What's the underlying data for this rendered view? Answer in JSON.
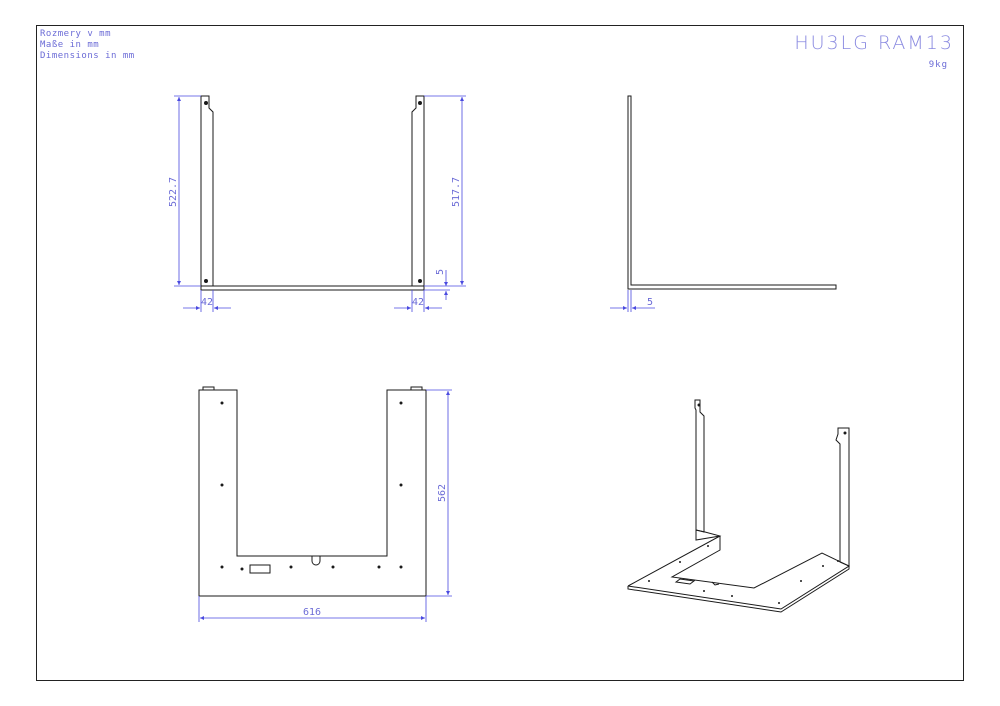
{
  "units_note": {
    "line_cs": "Rozmery v mm",
    "line_de": "Maße in mm",
    "line_en": "Dimensions in mm"
  },
  "part": {
    "code": "HU3LG RAM13",
    "weight": "9kg"
  },
  "dimensions": {
    "front_left_height": "522.7",
    "front_right_height": "517.7",
    "front_step": "5",
    "front_left_width": "42",
    "front_right_width": "42",
    "side_thickness": "5",
    "plan_height": "562",
    "plan_width": "616"
  },
  "colors": {
    "line": "#1a1a1a",
    "dimension": "#4a4ae0",
    "text": "#6b6bd6"
  }
}
